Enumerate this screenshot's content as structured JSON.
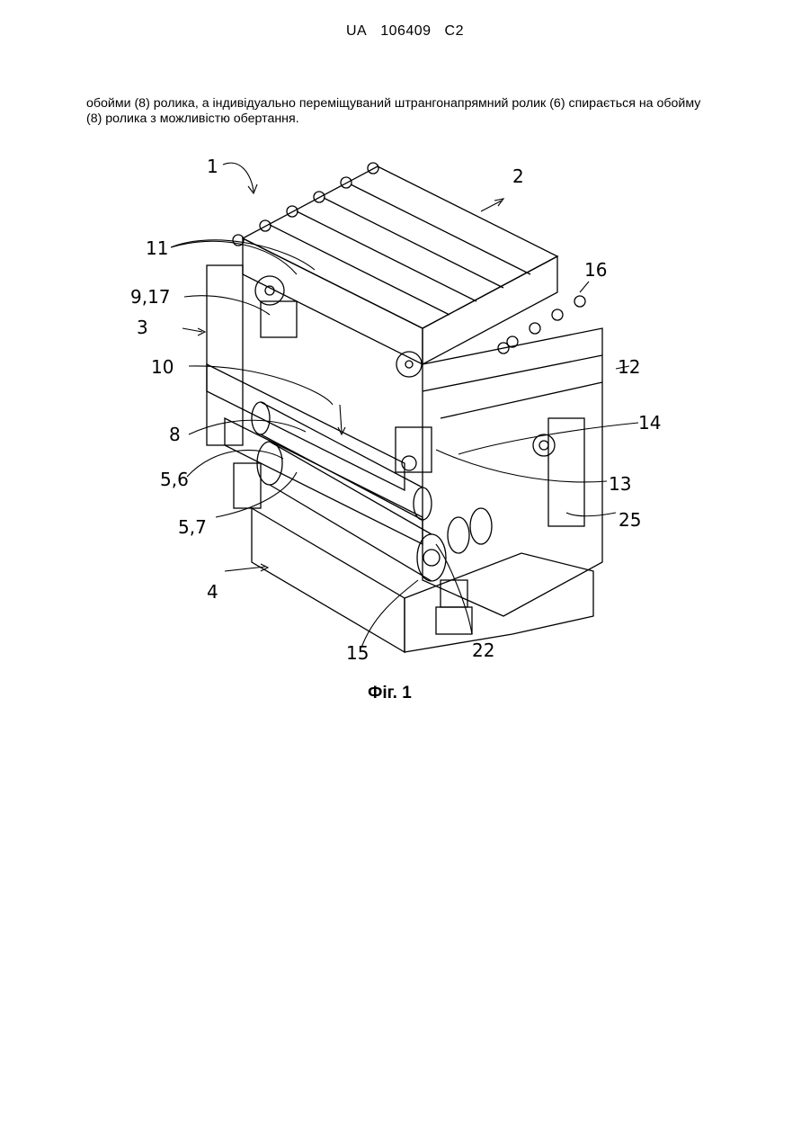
{
  "header": {
    "country": "UA",
    "number": "106409",
    "kind": "C2"
  },
  "paragraph": "обойми (8) ролика, а індивідуально переміщуваний штрангонапрямний ролик (6) спирається на обойму (8) ролика з можливістю обертання.",
  "figure": {
    "caption": "Фіг. 1",
    "labels": [
      "1",
      "2",
      "11",
      "16",
      "9,17",
      "3",
      "10",
      "12",
      "8",
      "14",
      "5,6",
      "13",
      "25",
      "5,7",
      "4",
      "15",
      "22"
    ]
  }
}
